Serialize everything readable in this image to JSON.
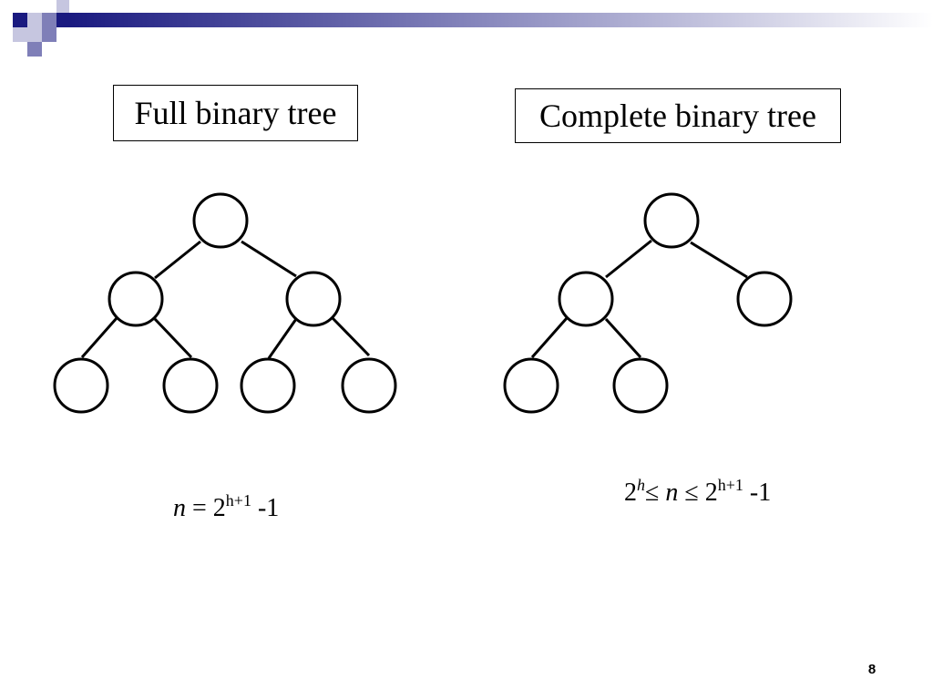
{
  "slide": {
    "theme_colors": {
      "primary_square": "#1a1a80",
      "mid_square": "#7f7fb8",
      "light_square": "#c6c6e0"
    },
    "page_number": "8"
  },
  "left_panel": {
    "title": "Full binary tree",
    "formula": {
      "n": "n",
      "eq": "=",
      "base": "2",
      "exp": "h+1",
      "tail": "-1"
    }
  },
  "right_panel": {
    "title": "Complete binary tree",
    "formula": {
      "base1": "2",
      "exp1": "h",
      "le1": "≤",
      "n": "n",
      "le2": "≤",
      "base2": "2",
      "exp2": "h+1",
      "tail": "-1"
    }
  }
}
